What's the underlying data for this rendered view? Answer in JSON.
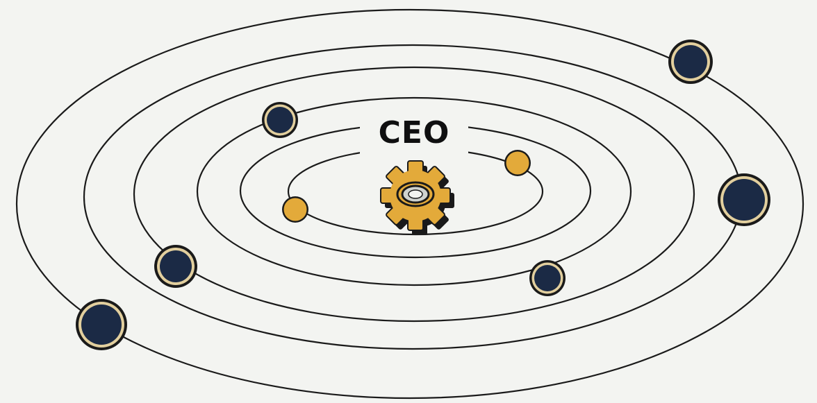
{
  "diagram": {
    "center_label": "CEO",
    "center_icon": "gear-icon",
    "orbit_count": 6,
    "colors": {
      "background": "#f3f4f1",
      "orbit_line": "#1a1a1a",
      "outer_node_fill": "#1b2a45",
      "outer_node_ring": "#e2cf9e",
      "inner_node_fill": "#e3aa3a",
      "gear_fill": "#e3aa3a",
      "gear_shadow": "#1a1a1a"
    },
    "nodes": [
      {
        "type": "outer",
        "orbit": 6
      },
      {
        "type": "outer",
        "orbit": 6
      },
      {
        "type": "outer",
        "orbit": 5
      },
      {
        "type": "outer",
        "orbit": 4
      },
      {
        "type": "outer",
        "orbit": 3
      },
      {
        "type": "outer",
        "orbit": 3
      },
      {
        "type": "inner",
        "orbit": 1
      },
      {
        "type": "inner",
        "orbit": 1
      }
    ]
  }
}
